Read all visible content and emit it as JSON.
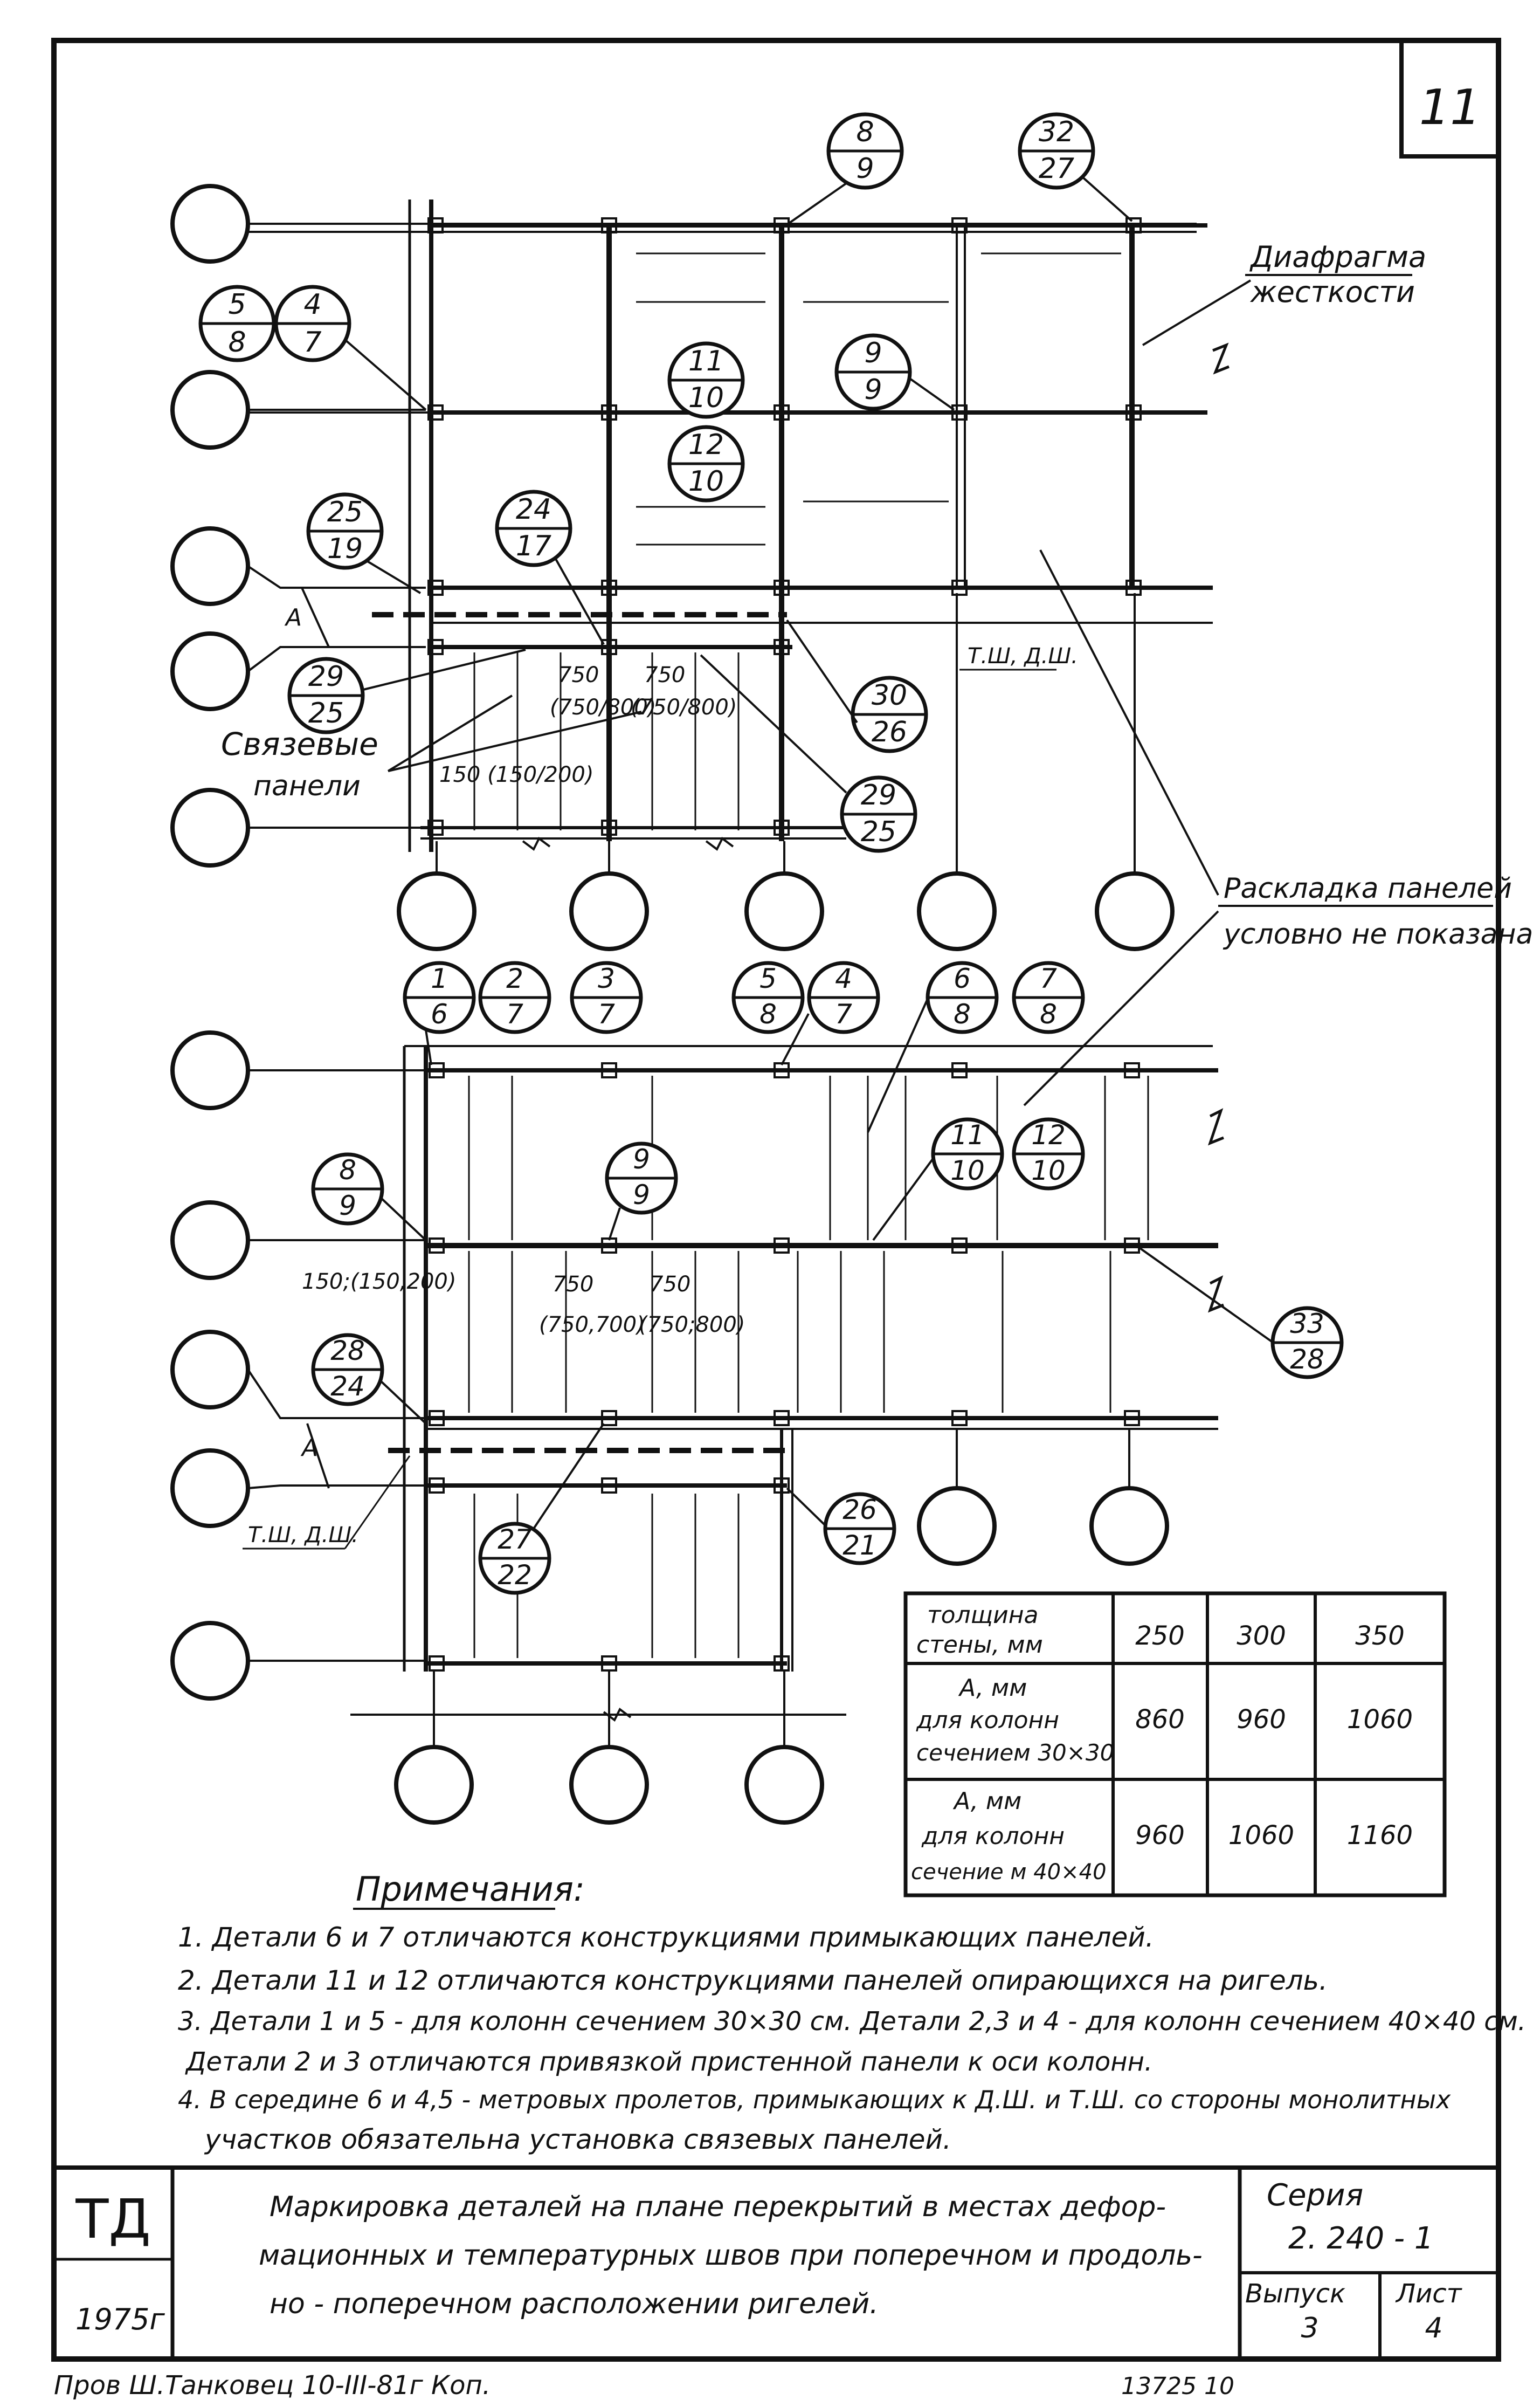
{
  "sheet": {
    "number": "11",
    "sheet_no_label": "11"
  },
  "labels": {
    "diaphragm": "Диафрагма\nжесткости",
    "diaphragm_l1": "Диафрагма",
    "diaphragm_l2": "жесткости",
    "tsh_dsh_top": "Т.Ш, Д.Ш.",
    "tsh_dsh_bottom": "Т.Ш, Д.Ш.",
    "svyaz_l1": "Связевые",
    "svyaz_l2": "панели",
    "layout_l1": "Раскладка панелей",
    "layout_l2": "условно не показана",
    "dim_top_750a": "750",
    "dim_top_750a_sub": "(750/800)",
    "dim_top_750b": "750",
    "dim_top_750b_sub": "(750/800)",
    "dim_top_150": "150 (150/200)",
    "dim_bot_150": "150;(150,200)",
    "dim_bot_750a": "750",
    "dim_bot_750a_sub": "(750,700)",
    "dim_bot_750b": "750",
    "dim_bot_750b_sub": "(750;800)",
    "a_top": "A",
    "a_bottom": "A"
  },
  "markers_top": [
    {
      "top": "8",
      "bottom": "9"
    },
    {
      "top": "32",
      "bottom": "27"
    },
    {
      "top": "5",
      "bottom": "8"
    },
    {
      "top": "4",
      "bottom": "7"
    },
    {
      "top": "11",
      "bottom": "10"
    },
    {
      "top": "12",
      "bottom": "10"
    },
    {
      "top": "9",
      "bottom": "9"
    },
    {
      "top": "25",
      "bottom": "19"
    },
    {
      "top": "24",
      "bottom": "17"
    },
    {
      "top": "29",
      "bottom": "25"
    },
    {
      "top": "30",
      "bottom": "26"
    },
    {
      "top": "29",
      "bottom": "25"
    }
  ],
  "markers_bottom": [
    {
      "top": "1",
      "bottom": "6"
    },
    {
      "top": "2",
      "bottom": "7"
    },
    {
      "top": "3",
      "bottom": "7"
    },
    {
      "top": "5",
      "bottom": "8"
    },
    {
      "top": "4",
      "bottom": "7"
    },
    {
      "top": "6",
      "bottom": "8"
    },
    {
      "top": "7",
      "bottom": "8"
    },
    {
      "top": "8",
      "bottom": "9"
    },
    {
      "top": "9",
      "bottom": "9"
    },
    {
      "top": "11",
      "bottom": "10"
    },
    {
      "top": "12",
      "bottom": "10"
    },
    {
      "top": "33",
      "bottom": "28"
    },
    {
      "top": "28",
      "bottom": "24"
    },
    {
      "top": "27",
      "bottom": "22"
    },
    {
      "top": "26",
      "bottom": "21"
    }
  ],
  "table": {
    "header": [
      "толщина стены, мм",
      "250",
      "300",
      "350"
    ],
    "header_label_l1": "толщина",
    "header_label_l2": "стены, мм",
    "row1_l1": "A, мм",
    "row1_l2": "для колонн",
    "row1_l3": "сечением 30×30",
    "row2_l1": "A, мм",
    "row2_l2": "для колонн",
    "row2_l3": "сечение м 40×40",
    "rows": [
      [
        "A, мм для колонн сечением 30×30",
        "860",
        "960",
        "1060"
      ],
      [
        "A, мм для колонн сечение м 40×40",
        "960",
        "1060",
        "1160"
      ]
    ],
    "v250": "250",
    "v300": "300",
    "v350": "350",
    "r1c1": "860",
    "r1c2": "960",
    "r1c3": "1060",
    "r2c1": "960",
    "r2c2": "1060",
    "r2c3": "1160"
  },
  "notes": {
    "title": "Примечания:",
    "n1": "1. Детали 6 и 7 отличаются конструкциями примыкающих панелей.",
    "n2": "2. Детали 11 и 12 отличаются конструкциями панелей опирающихся на ригель.",
    "n3a": "3. Детали 1 и 5 - для колонн сечением 30×30 см. Детали 2,3 и 4 - для колонн сечением 40×40 см.",
    "n3b": "Детали 2 и 3 отличаются привязкой пристенной панели к оси колонн.",
    "n4a": "4. В середине 6 и 4,5 - метровых пролетов, примыкающих к Д.Ш. и Т.Ш. со стороны монолитных",
    "n4b": "участков обязательна установка связевых панелей."
  },
  "title_block": {
    "td": "ТД",
    "year": "1975г",
    "desc_l1": "Маркировка деталей на плане перекрытий в местах дефор-",
    "desc_l2": "мационных и температурных швов при поперечном и продоль-",
    "desc_l3": "но - поперечном расположении ригелей.",
    "seria_label": "Серия",
    "seria_value": "2. 240 - 1",
    "vypusk_label": "Выпуск",
    "vypusk_value": "3",
    "list_label": "Лист",
    "list_value": "4"
  },
  "footer": {
    "left": "Пров  Ш.Танковец 10-III-81г  Коп.",
    "right": "13725    10"
  }
}
